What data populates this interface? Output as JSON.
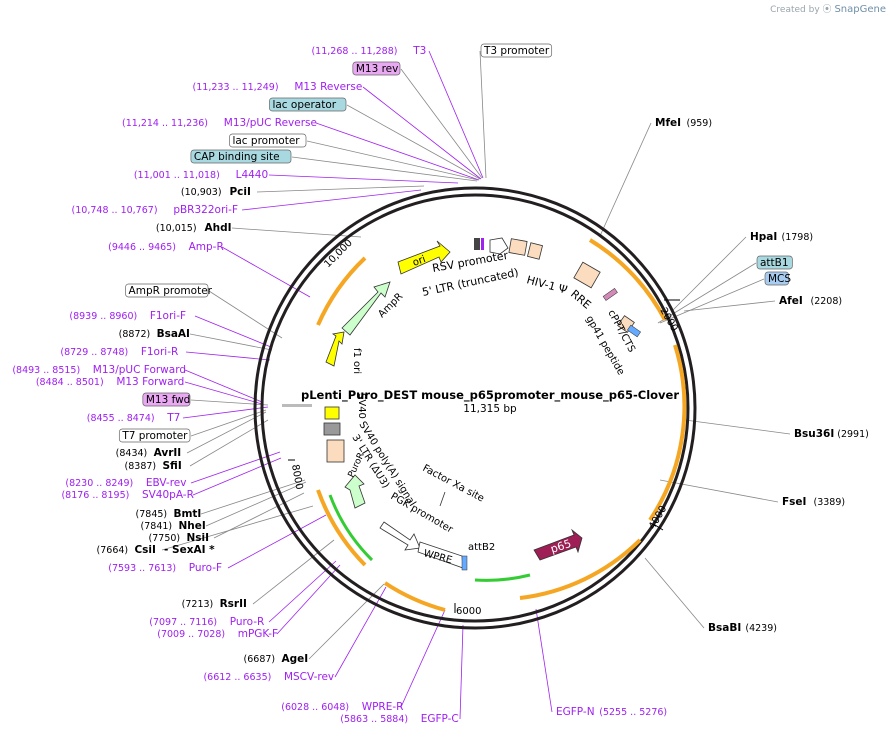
{
  "credit": {
    "prefix": "Created by",
    "brand": "SnapGene"
  },
  "plasmid": {
    "name": "pLenti_Puro_DEST mouse_p65promoter_mouse_p65-Clover",
    "size": "11,315 bp"
  },
  "ticks": [
    "2000",
    "4000",
    "6000",
    "8000",
    "10,000"
  ],
  "colors": {
    "ring": "#231f20",
    "feature_purple": "#a020f0",
    "orange": "#f5a623",
    "green": "#33cc33",
    "p65": "#9e1e55",
    "ori": "#ffff00",
    "ampr": "#ccffcc"
  },
  "labels": [
    {
      "id": "t3",
      "text": "T3",
      "pos": "(11,268 .. 11,288)",
      "style": "purple"
    },
    {
      "id": "t3-promoter",
      "text": "T3 promoter",
      "pos": "",
      "style": "box-white"
    },
    {
      "id": "m13-rev",
      "text": "M13 rev",
      "pos": "",
      "style": "box-purple"
    },
    {
      "id": "m13-reverse",
      "text": "M13 Reverse",
      "pos": "(11,233 .. 11,249)",
      "style": "purple"
    },
    {
      "id": "lac-operator",
      "text": "lac operator",
      "pos": "",
      "style": "box-teal"
    },
    {
      "id": "m13-puc-reverse",
      "text": "M13/pUC Reverse",
      "pos": "(11,214 .. 11,236)",
      "style": "purple"
    },
    {
      "id": "lac-promoter",
      "text": "lac promoter",
      "pos": "",
      "style": "box-white"
    },
    {
      "id": "cap-binding",
      "text": "CAP binding site",
      "pos": "",
      "style": "box-teal"
    },
    {
      "id": "l4440",
      "text": "L4440",
      "pos": "(11,001 .. 11,018)",
      "style": "purple"
    },
    {
      "id": "pcii",
      "text": "PciI",
      "pos": "(10,903)",
      "style": "enzyme"
    },
    {
      "id": "pbr322",
      "text": "pBR322ori-F",
      "pos": "(10,748 .. 10,767)",
      "style": "purple"
    },
    {
      "id": "ahdi",
      "text": "AhdI",
      "pos": "(10,015)",
      "style": "enzyme"
    },
    {
      "id": "amp-r",
      "text": "Amp-R",
      "pos": "(9446 .. 9465)",
      "style": "purple"
    },
    {
      "id": "ampr-promoter",
      "text": "AmpR promoter",
      "pos": "",
      "style": "box-white"
    },
    {
      "id": "f1ori-f",
      "text": "F1ori-F",
      "pos": "(8939 .. 8960)",
      "style": "purple"
    },
    {
      "id": "bsaai",
      "text": "BsaAI",
      "pos": "(8872)",
      "style": "enzyme"
    },
    {
      "id": "f1ori-r",
      "text": "F1ori-R",
      "pos": "(8729 .. 8748)",
      "style": "purple"
    },
    {
      "id": "m13-puc-forward",
      "text": "M13/pUC Forward",
      "pos": "(8493 .. 8515)",
      "style": "purple"
    },
    {
      "id": "m13-forward",
      "text": "M13 Forward",
      "pos": "(8484 .. 8501)",
      "style": "purple"
    },
    {
      "id": "m13-fwd",
      "text": "M13 fwd",
      "pos": "",
      "style": "box-purple"
    },
    {
      "id": "t7",
      "text": "T7",
      "pos": "(8455 .. 8474)",
      "style": "purple"
    },
    {
      "id": "t7-promoter",
      "text": "T7 promoter",
      "pos": "",
      "style": "box-white"
    },
    {
      "id": "avrii",
      "text": "AvrII",
      "pos": "(8434)",
      "style": "enzyme"
    },
    {
      "id": "sfii",
      "text": "SfiI",
      "pos": "(8387)",
      "style": "enzyme"
    },
    {
      "id": "ebv-rev",
      "text": "EBV-rev",
      "pos": "(8230 .. 8249)",
      "style": "purple"
    },
    {
      "id": "sv40pa-r",
      "text": "SV40pA-R",
      "pos": "(8176 .. 8195)",
      "style": "purple"
    },
    {
      "id": "bmti",
      "text": "BmtI",
      "pos": "(7845)",
      "style": "enzyme"
    },
    {
      "id": "nhei",
      "text": "NheI",
      "pos": "(7841)",
      "style": "enzyme"
    },
    {
      "id": "nsii",
      "text": "NsiI",
      "pos": "(7750)",
      "style": "enzyme"
    },
    {
      "id": "csii",
      "text": "CsiI",
      "pos": "(7664)",
      "style": "enzyme",
      "suffix": "- SexAI *"
    },
    {
      "id": "puro-f",
      "text": "Puro-F",
      "pos": "(7593 .. 7613)",
      "style": "purple"
    },
    {
      "id": "rsrii",
      "text": "RsrII",
      "pos": "(7213)",
      "style": "enzyme"
    },
    {
      "id": "puro-r",
      "text": "Puro-R",
      "pos": "(7097 .. 7116)",
      "style": "purple"
    },
    {
      "id": "mpgk-f",
      "text": "mPGK-F",
      "pos": "(7009 .. 7028)",
      "style": "purple"
    },
    {
      "id": "agei",
      "text": "AgeI",
      "pos": "(6687)",
      "style": "enzyme"
    },
    {
      "id": "mscv-rev",
      "text": "MSCV-rev",
      "pos": "(6612 .. 6635)",
      "style": "purple"
    },
    {
      "id": "wpre-r",
      "text": "WPRE-R",
      "pos": "(6028 .. 6048)",
      "style": "purple"
    },
    {
      "id": "egfp-c",
      "text": "EGFP-C",
      "pos": "(5863 .. 5884)",
      "style": "purple"
    },
    {
      "id": "egfp-n",
      "text": "EGFP-N",
      "pos": "(5255 .. 5276)",
      "style": "purple"
    },
    {
      "id": "bsabi",
      "text": "BsaBI",
      "pos": "(4239)",
      "style": "enzyme"
    },
    {
      "id": "fsei",
      "text": "FseI",
      "pos": "(3389)",
      "style": "enzyme"
    },
    {
      "id": "bsu36i",
      "text": "Bsu36I",
      "pos": "(2991)",
      "style": "enzyme"
    },
    {
      "id": "afei",
      "text": "AfeI",
      "pos": "(2208)",
      "style": "enzyme"
    },
    {
      "id": "mcs",
      "text": "MCS",
      "pos": "",
      "style": "box-blue"
    },
    {
      "id": "attb1",
      "text": "attB1",
      "pos": "",
      "style": "box-teal"
    },
    {
      "id": "hpai",
      "text": "HpaI",
      "pos": "(1798)",
      "style": "enzyme"
    },
    {
      "id": "mfei",
      "text": "MfeI",
      "pos": "(959)",
      "style": "enzyme"
    }
  ],
  "inner_labels": [
    {
      "id": "rsv-promoter",
      "text": "RSV promoter"
    },
    {
      "id": "ltr-truncated",
      "text": "5' LTR (truncated)"
    },
    {
      "id": "hiv1-psi",
      "text": "HIV-1 Ψ"
    },
    {
      "id": "rre",
      "text": "RRE"
    },
    {
      "id": "gp41",
      "text": "gp41 peptide"
    },
    {
      "id": "cppt",
      "text": "cPPT/CTS"
    },
    {
      "id": "ampr",
      "text": "AmpR"
    },
    {
      "id": "ori",
      "text": "ori"
    },
    {
      "id": "f1ori",
      "text": "f1 ori"
    },
    {
      "id": "sv40",
      "text": "SV40"
    },
    {
      "id": "sv40-polya",
      "text": "SV40 poly(A) signal"
    },
    {
      "id": "ltr3",
      "text": "3' LTR (ΔU3)"
    },
    {
      "id": "factor-xa",
      "text": "Factor Xa site"
    },
    {
      "id": "pgk-promoter",
      "text": "PGK promoter"
    },
    {
      "id": "puror",
      "text": "PuroR"
    },
    {
      "id": "wpre",
      "text": "WPRE"
    },
    {
      "id": "attb2",
      "text": "attB2"
    },
    {
      "id": "p65",
      "text": "p65"
    }
  ]
}
